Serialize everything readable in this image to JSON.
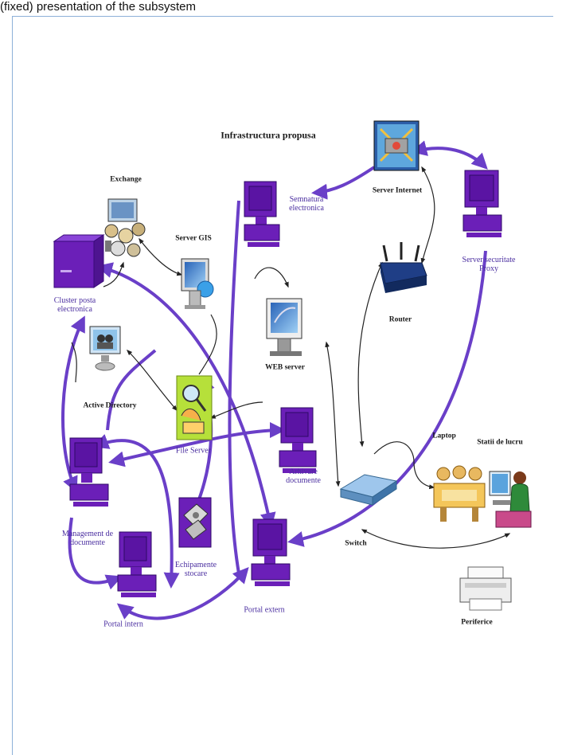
{
  "caption": "(fixed) presentation of the subsystem",
  "diagram": {
    "title": "Infrastructura propusa",
    "labels": {
      "exchange": "Exchange",
      "server_gis": "Server GIS",
      "cluster": "Cluster posta electronica",
      "active_directory": "Active Directory",
      "file_server": "File Server",
      "web_server": "WEB server",
      "management": "Management de documente",
      "portal_intern": "Portal intern",
      "echipamente": "Echipamente stocare",
      "portal_extern": "Portal extern",
      "semnatura": "Semnatura electronica",
      "server_internet": "Server Internet",
      "server_securitate": "Server securitate Proxy",
      "router": "Router",
      "arhivare": "Arhivare documente",
      "switch": "Switch",
      "laptop": "Laptop",
      "statii": "Statii de lucru",
      "periferice": "Periferice"
    },
    "colors": {
      "link_purple": "#6a3fc8",
      "monitor_purple": "#6b1fb8",
      "frame_blue": "#8db0d8",
      "thin_link": "#222222"
    }
  }
}
